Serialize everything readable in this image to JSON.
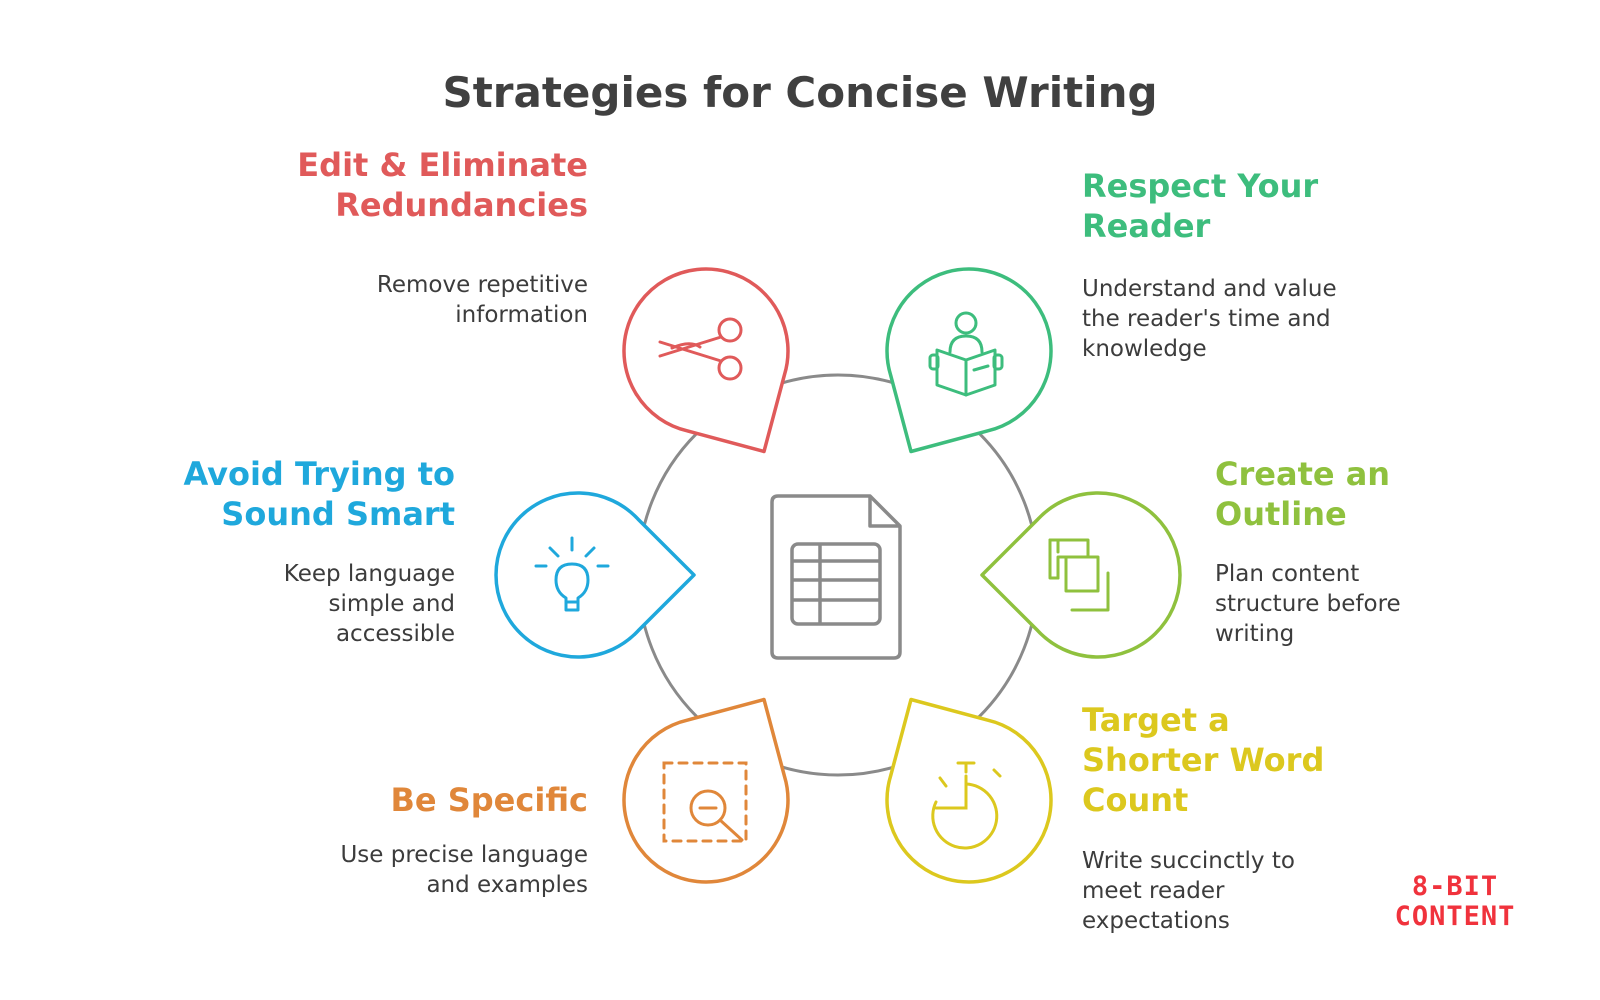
{
  "title": "Strategies for Concise Writing",
  "strategies": [
    {
      "heading": "Edit & Eliminate\nRedundancies",
      "description": "Remove repetitive\ninformation",
      "color": "#e05a5a",
      "icon": "scissors-icon"
    },
    {
      "heading": "Respect Your\nReader",
      "description": "Understand and value\nthe reader's time and\nknowledge",
      "color": "#3dbd7d",
      "icon": "reader-icon"
    },
    {
      "heading": "Avoid Trying to\nSound Smart",
      "description": "Keep language\nsimple and\naccessible",
      "color": "#1fa8dc",
      "icon": "lightbulb-icon"
    },
    {
      "heading": "Create an\nOutline",
      "description": "Plan content\nstructure before\nwriting",
      "color": "#8fc13e",
      "icon": "outline-icon"
    },
    {
      "heading": "Be Specific",
      "description": "Use precise language\nand examples",
      "color": "#e0873a",
      "icon": "magnify-icon"
    },
    {
      "heading": "Target a\nShorter Word\nCount",
      "description": "Write succinctly to\nmeet reader\nexpectations",
      "color": "#dcc81e",
      "icon": "stopwatch-icon"
    }
  ],
  "center_icon": "document-table-icon",
  "logo": {
    "line1": "8-BIT",
    "line2": "CONTENT",
    "color": "#f0323c"
  }
}
